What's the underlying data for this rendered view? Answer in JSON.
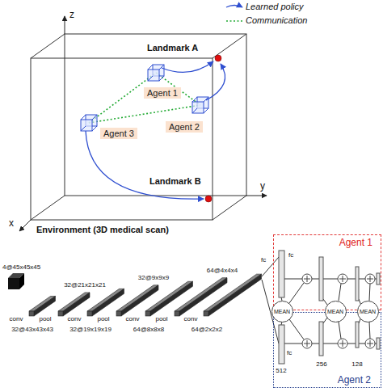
{
  "diagram": {
    "nodes": [
      {
        "text": [
          "Agent 1"
        ]
      },
      {
        "text": [
          "Agent 2"
        ]
      },
      {
        "text": [
          "Agent 3"
        ]
      },
      {
        "text": [
          "Agent 1"
        ]
      },
      {
        "text": [
          "Agent 2"
        ]
      },
      {
        "text": [
          "MEAN"
        ]
      },
      {
        "text": [
          "MEAN"
        ]
      },
      {
        "text": [
          "MEAN"
        ]
      }
    ],
    "labels": [
      "z",
      "y",
      "x",
      "Landmark A",
      "Landmark B",
      "Environment (3D medical scan)",
      "4@45x45x45",
      "conv",
      "32@43x43x43",
      "pool",
      "32@21x21x21",
      "conv",
      "32@19x19x19",
      "pool",
      "32@9x9x9",
      "conv",
      "64@8x8x8",
      "pool",
      "64@4x4x4",
      "conv",
      "64@2x2x2",
      "fc",
      "fc",
      "fc",
      "512",
      "256",
      "128"
    ],
    "legend": [
      {
        "text": "Learned policy"
      },
      {
        "text": "Communication"
      }
    ]
  }
}
